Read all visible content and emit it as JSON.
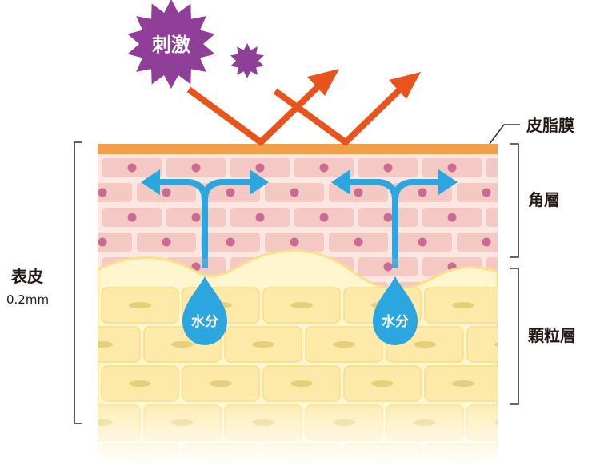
{
  "labels": {
    "sebum": "皮脂膜",
    "stratum_corneum": "角層",
    "granular_layer": "顆粒層",
    "epidermis": "表皮",
    "thickness": "0.2mm",
    "moisture": "水分",
    "stimulus": "刺激"
  },
  "colors": {
    "sebum": "#f0a04b",
    "corneum_cell": "#f4c9c4",
    "corneum_bg": "#fbe6e2",
    "nucleus": "#cc6b92",
    "granular_bg": "#fff6cf",
    "granular_cell": "#fdeaa8",
    "granular_nucleus": "#e6cf7a",
    "water": "#2ba6de",
    "arrow": "#e9541d",
    "stimulus": "#8f3f97",
    "bracket": "#333333"
  }
}
